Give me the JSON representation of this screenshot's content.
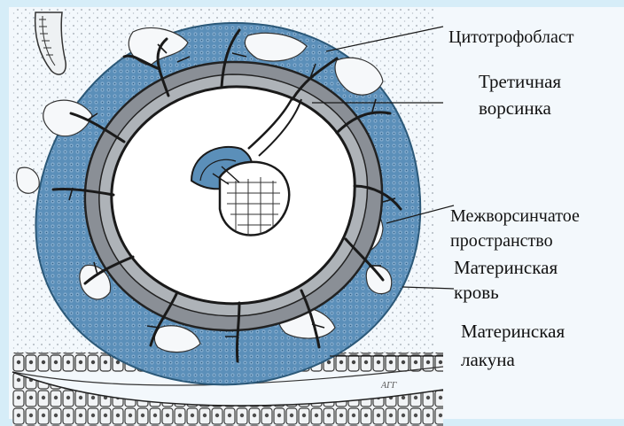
{
  "labels": {
    "cytotrophoblast": "Цитотрофобласт",
    "tertiary_villus_1": "Третичная",
    "tertiary_villus_2": "ворсинка",
    "intervillous_1": "Межворсинчатое",
    "intervillous_2": "пространство",
    "maternal_blood_1": "Материнская",
    "maternal_blood_2": "кровь",
    "maternal_lacuna_1": "Материнская",
    "maternal_lacuna_2": "лакуна",
    "signature": "АГГ"
  },
  "colors": {
    "tissue_blue": "#5b8fb9",
    "tissue_blue_light": "#8fb6d4",
    "stroma_gray": "#8a8f96",
    "ink": "#1a1a1a",
    "background": "#f3f8fc",
    "frame": "#d6edf8"
  }
}
